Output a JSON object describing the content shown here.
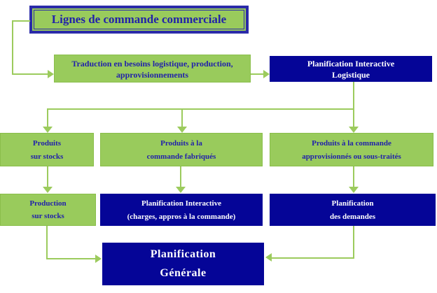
{
  "colors": {
    "box_green": "#99CB5C",
    "box_green_edge": "#8ABE4B",
    "box_navy": "#050597",
    "border_navy": "#2B2BA8",
    "text_navy": "#2222AA",
    "arrow_green": "#9CCB5D"
  },
  "nodes": {
    "title": {
      "text": "Lignes de commande commerciale"
    },
    "traduction": {
      "line1": "Traduction en besoins logistique, production,",
      "line2": "approvisionnements"
    },
    "planification_logistique": {
      "line1": "Planification Interactive",
      "line2": "Logistique"
    },
    "produits_sur_stocks": {
      "line1": "Produits",
      "line2": "sur stocks"
    },
    "produits_commande_fabriques": {
      "line1": "Produits à  la",
      "line2": "commande fabriqués"
    },
    "produits_commande_approvisionnes": {
      "line1": "Produits à la commande",
      "line2": "approvisionnés ou sous-traités"
    },
    "production_sur_stocks": {
      "line1": "Production",
      "line2": "sur stocks"
    },
    "planification_interactive_charges": {
      "line1": "Planification Interactive",
      "line2": "(charges, appros à la commande)"
    },
    "planification_des_demandes": {
      "line1": "Planification",
      "line2": "des demandes"
    },
    "planification_generale": {
      "line1": "Planification",
      "line2": "Générale"
    }
  }
}
